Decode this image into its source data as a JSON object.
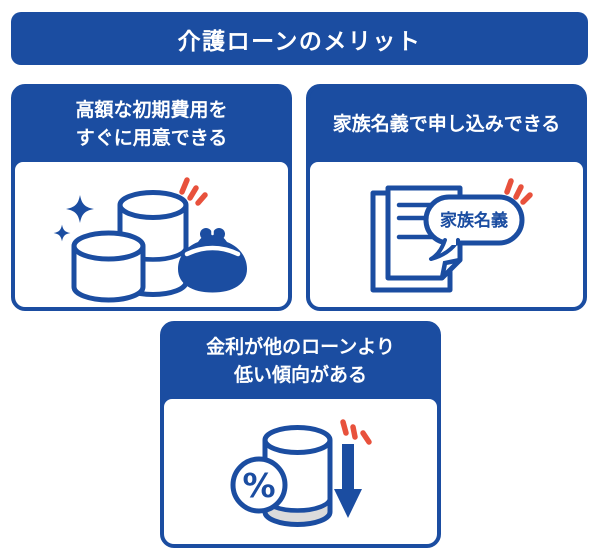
{
  "banner": {
    "title": "介護ローンのメリット"
  },
  "cards": [
    {
      "id": "high-initial-cost",
      "title_line1": "高額な初期費用を",
      "title_line2": "すぐに用意できる",
      "illustration": "coins-and-purse"
    },
    {
      "id": "family-name-application",
      "title_line1": "家族名義で申し込みできる",
      "bubble_label": "家族名義",
      "illustration": "application-document"
    },
    {
      "id": "lower-interest-rate",
      "title_line1": "金利が他のローンより",
      "title_line2": "低い傾向がある",
      "percent_label": "%",
      "illustration": "interest-rate-down"
    }
  ],
  "colors": {
    "primary_blue": "#1B4DA1",
    "accent_red": "#E8513C",
    "gray_fill": "#DBDBDB",
    "text_on_blue": "#FFFFFF",
    "background": "#FFFFFF"
  }
}
